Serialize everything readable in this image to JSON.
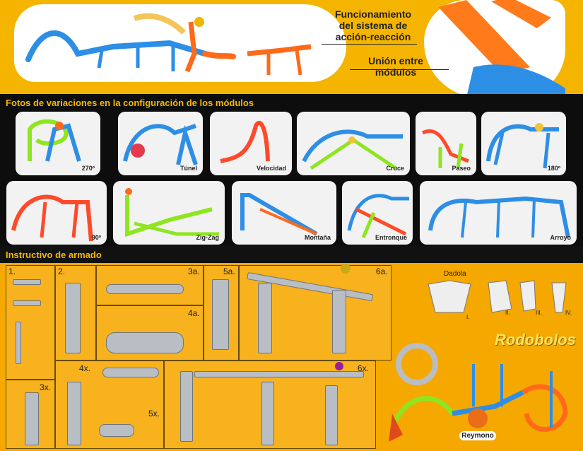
{
  "hero": {
    "callout_1": "Funcionamiento\ndel sistema de\nacción-reacción",
    "callout_2": "Unión entre\nmódulos"
  },
  "sections": {
    "photos_title": "Fotos de variaciones en la configuración de los módulos",
    "instructions_title": "Instructivo de armado"
  },
  "photos": [
    {
      "label": "270º"
    },
    {
      "label": "Túnel"
    },
    {
      "label": "Velocidad"
    },
    {
      "label": "Cruce"
    },
    {
      "label": "Paseo"
    },
    {
      "label": "180º"
    },
    {
      "label": "90º"
    },
    {
      "label": "Zig-Zag"
    },
    {
      "label": "Montaña"
    },
    {
      "label": "Entronque"
    },
    {
      "label": "Arroyo"
    }
  ],
  "steps": {
    "s1": "1.",
    "s2": "2.",
    "s3a": "3a.",
    "s4a": "4a.",
    "s5a": "5a.",
    "s6a": "6a.",
    "s3x": "3x.",
    "s4x": "4x.",
    "s5x": "5x.",
    "s6x": "6x."
  },
  "dadola": {
    "title": "Dadola",
    "parts": [
      "I.",
      "II.",
      "III.",
      "IV."
    ]
  },
  "brand": {
    "name": "Rodobolos",
    "logo": "Reymono"
  },
  "colors": {
    "hero_bg": "#f4b400",
    "accent_title": "#f5b700",
    "instr_bg": "#f5a800",
    "track_blue": "#2d8ee6",
    "track_orange": "#ff6a1a",
    "track_green": "#8fe51f"
  }
}
